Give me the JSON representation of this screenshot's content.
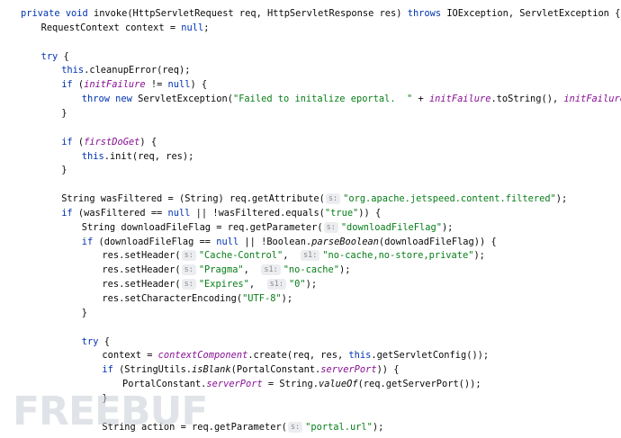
{
  "lines": [
    {
      "indent": 0,
      "tokens": [
        {
          "t": "private ",
          "c": "kw"
        },
        {
          "t": "void ",
          "c": "kw"
        },
        {
          "t": "invoke(HttpServletRequest req, HttpServletResponse res) ",
          "c": "plain"
        },
        {
          "t": "throws ",
          "c": "kw"
        },
        {
          "t": "IOException, ServletException {",
          "c": "plain"
        }
      ]
    },
    {
      "indent": 1,
      "tokens": [
        {
          "t": "RequestContext context = ",
          "c": "plain"
        },
        {
          "t": "null",
          "c": "kw"
        },
        {
          "t": ";",
          "c": "plain"
        }
      ]
    },
    {
      "indent": 0,
      "tokens": []
    },
    {
      "indent": 1,
      "tokens": [
        {
          "t": "try ",
          "c": "kw"
        },
        {
          "t": "{",
          "c": "plain"
        }
      ]
    },
    {
      "indent": 2,
      "tokens": [
        {
          "t": "this",
          "c": "kw"
        },
        {
          "t": ".cleanupError(req);",
          "c": "plain"
        }
      ]
    },
    {
      "indent": 2,
      "tokens": [
        {
          "t": "if ",
          "c": "kw"
        },
        {
          "t": "(",
          "c": "plain"
        },
        {
          "t": "initFailure",
          "c": "field"
        },
        {
          "t": " != ",
          "c": "plain"
        },
        {
          "t": "null",
          "c": "kw"
        },
        {
          "t": ") {",
          "c": "plain"
        }
      ]
    },
    {
      "indent": 3,
      "tokens": [
        {
          "t": "throw ",
          "c": "kw"
        },
        {
          "t": "new ",
          "c": "kw"
        },
        {
          "t": "ServletException(",
          "c": "plain"
        },
        {
          "t": "\"Failed to initalize eportal.  \"",
          "c": "str"
        },
        {
          "t": " + ",
          "c": "plain"
        },
        {
          "t": "initFailure",
          "c": "field"
        },
        {
          "t": ".toString(), ",
          "c": "plain"
        },
        {
          "t": "initFailure",
          "c": "field"
        },
        {
          "t": ");",
          "c": "plain"
        }
      ]
    },
    {
      "indent": 2,
      "tokens": [
        {
          "t": "}",
          "c": "plain"
        }
      ]
    },
    {
      "indent": 0,
      "tokens": []
    },
    {
      "indent": 2,
      "tokens": [
        {
          "t": "if ",
          "c": "kw"
        },
        {
          "t": "(",
          "c": "plain"
        },
        {
          "t": "firstDoGet",
          "c": "field"
        },
        {
          "t": ") {",
          "c": "plain"
        }
      ]
    },
    {
      "indent": 3,
      "tokens": [
        {
          "t": "this",
          "c": "kw"
        },
        {
          "t": ".init(req, res);",
          "c": "plain"
        }
      ]
    },
    {
      "indent": 2,
      "tokens": [
        {
          "t": "}",
          "c": "plain"
        }
      ]
    },
    {
      "indent": 0,
      "tokens": []
    },
    {
      "indent": 2,
      "tokens": [
        {
          "t": "String wasFiltered = (String) req.getAttribute(",
          "c": "plain"
        },
        {
          "t": "s:",
          "c": "hint"
        },
        {
          "t": "\"org.apache.jetspeed.content.filtered\"",
          "c": "str"
        },
        {
          "t": ");",
          "c": "plain"
        }
      ]
    },
    {
      "indent": 2,
      "tokens": [
        {
          "t": "if ",
          "c": "kw"
        },
        {
          "t": "(wasFiltered == ",
          "c": "plain"
        },
        {
          "t": "null",
          "c": "kw"
        },
        {
          "t": " || !wasFiltered.equals(",
          "c": "plain"
        },
        {
          "t": "\"true\"",
          "c": "str"
        },
        {
          "t": ")) {",
          "c": "plain"
        }
      ]
    },
    {
      "indent": 3,
      "tokens": [
        {
          "t": "String downloadFileFlag = req.getParameter(",
          "c": "plain"
        },
        {
          "t": "s:",
          "c": "hint"
        },
        {
          "t": "\"downloadFileFlag\"",
          "c": "str"
        },
        {
          "t": ");",
          "c": "plain"
        }
      ]
    },
    {
      "indent": 3,
      "tokens": [
        {
          "t": "if ",
          "c": "kw"
        },
        {
          "t": "(downloadFileFlag == ",
          "c": "plain"
        },
        {
          "t": "null",
          "c": "kw"
        },
        {
          "t": " || !Boolean.",
          "c": "plain"
        },
        {
          "t": "parseBoolean",
          "c": "it"
        },
        {
          "t": "(downloadFileFlag)) {",
          "c": "plain"
        }
      ]
    },
    {
      "indent": 4,
      "tokens": [
        {
          "t": "res.setHeader(",
          "c": "plain"
        },
        {
          "t": "s:",
          "c": "hint"
        },
        {
          "t": "\"Cache-Control\"",
          "c": "str"
        },
        {
          "t": ",  ",
          "c": "plain"
        },
        {
          "t": "s1:",
          "c": "hint"
        },
        {
          "t": "\"no-cache,no-store,private\"",
          "c": "str"
        },
        {
          "t": ");",
          "c": "plain"
        }
      ]
    },
    {
      "indent": 4,
      "tokens": [
        {
          "t": "res.setHeader(",
          "c": "plain"
        },
        {
          "t": "s:",
          "c": "hint"
        },
        {
          "t": "\"Pragma\"",
          "c": "str"
        },
        {
          "t": ",  ",
          "c": "plain"
        },
        {
          "t": "s1:",
          "c": "hint"
        },
        {
          "t": "\"no-cache\"",
          "c": "str"
        },
        {
          "t": ");",
          "c": "plain"
        }
      ]
    },
    {
      "indent": 4,
      "tokens": [
        {
          "t": "res.setHeader(",
          "c": "plain"
        },
        {
          "t": "s:",
          "c": "hint"
        },
        {
          "t": "\"Expires\"",
          "c": "str"
        },
        {
          "t": ",  ",
          "c": "plain"
        },
        {
          "t": "s1:",
          "c": "hint"
        },
        {
          "t": "\"0\"",
          "c": "str"
        },
        {
          "t": ");",
          "c": "plain"
        }
      ]
    },
    {
      "indent": 4,
      "tokens": [
        {
          "t": "res.setCharacterEncoding(",
          "c": "plain"
        },
        {
          "t": "\"UTF-8\"",
          "c": "str"
        },
        {
          "t": ");",
          "c": "plain"
        }
      ]
    },
    {
      "indent": 3,
      "tokens": [
        {
          "t": "}",
          "c": "plain"
        }
      ]
    },
    {
      "indent": 0,
      "tokens": []
    },
    {
      "indent": 3,
      "tokens": [
        {
          "t": "try ",
          "c": "kw"
        },
        {
          "t": "{",
          "c": "plain"
        }
      ]
    },
    {
      "indent": 4,
      "tokens": [
        {
          "t": "context = ",
          "c": "plain"
        },
        {
          "t": "contextComponent",
          "c": "field"
        },
        {
          "t": ".create(req, res, ",
          "c": "plain"
        },
        {
          "t": "this",
          "c": "kw"
        },
        {
          "t": ".getServletConfig());",
          "c": "plain"
        }
      ]
    },
    {
      "indent": 4,
      "tokens": [
        {
          "t": "if ",
          "c": "kw"
        },
        {
          "t": "(StringUtils.",
          "c": "plain"
        },
        {
          "t": "isBlank",
          "c": "it"
        },
        {
          "t": "(PortalConstant.",
          "c": "plain"
        },
        {
          "t": "serverPort",
          "c": "field"
        },
        {
          "t": ")) {",
          "c": "plain"
        }
      ]
    },
    {
      "indent": 5,
      "tokens": [
        {
          "t": "PortalConstant.",
          "c": "plain"
        },
        {
          "t": "serverPort",
          "c": "field"
        },
        {
          "t": " = String.",
          "c": "plain"
        },
        {
          "t": "valueOf",
          "c": "it"
        },
        {
          "t": "(req.getServerPort());",
          "c": "plain"
        }
      ]
    },
    {
      "indent": 4,
      "tokens": [
        {
          "t": "}",
          "c": "plain"
        }
      ]
    },
    {
      "indent": 0,
      "tokens": []
    },
    {
      "indent": 4,
      "tokens": [
        {
          "t": "String action = req.getParameter(",
          "c": "plain"
        },
        {
          "t": "s:",
          "c": "hint"
        },
        {
          "t": "\"portal.url\"",
          "c": "str"
        },
        {
          "t": ");",
          "c": "plain"
        }
      ]
    }
  ],
  "watermark": {
    "text": "FREEBUF"
  }
}
